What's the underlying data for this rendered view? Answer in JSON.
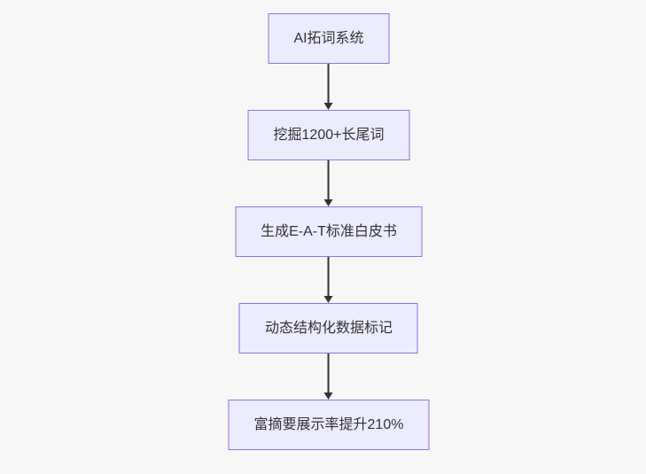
{
  "diagram": {
    "type": "flowchart",
    "direction": "top-down",
    "nodes": [
      {
        "id": "n1",
        "label": "AI拓词系统"
      },
      {
        "id": "n2",
        "label": "挖掘1200+长尾词"
      },
      {
        "id": "n3",
        "label": "生成E-A-T标准白皮书"
      },
      {
        "id": "n4",
        "label": "动态结构化数据标记"
      },
      {
        "id": "n5",
        "label": "富摘要展示率提升210%"
      }
    ],
    "edges": [
      {
        "from": "n1",
        "to": "n2",
        "style": "arrow-down"
      },
      {
        "from": "n2",
        "to": "n3",
        "style": "arrow-down"
      },
      {
        "from": "n3",
        "to": "n4",
        "style": "arrow-down"
      },
      {
        "from": "n4",
        "to": "n5",
        "style": "arrow-down"
      }
    ],
    "colors": {
      "background": "#f7f7f7",
      "node_fill": "#ECECFF",
      "node_border": "#9370DB",
      "arrow": "#333333",
      "text": "#333333"
    }
  }
}
